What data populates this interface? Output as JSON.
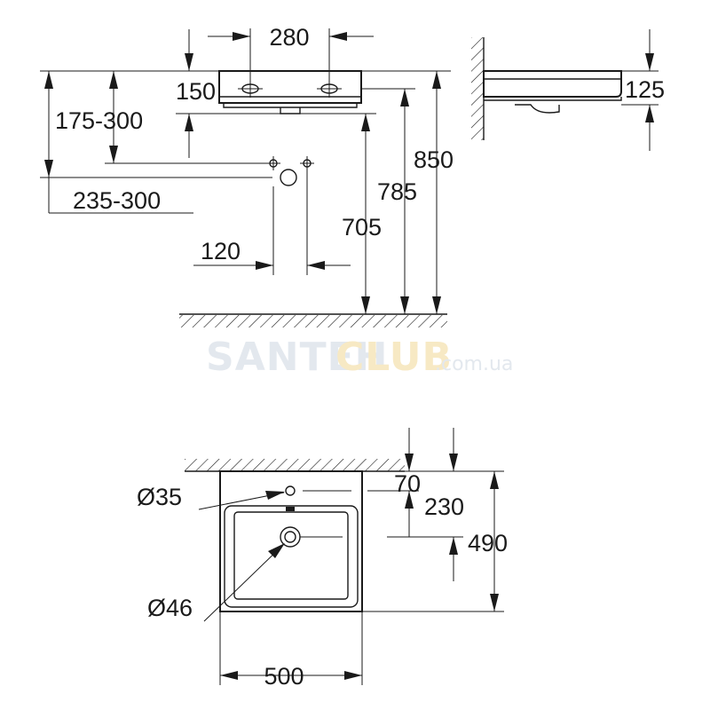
{
  "drawing": {
    "elevation": {
      "width_dim": "280",
      "depth_dim": "150",
      "height_range_dim": "175-300",
      "wall_range_dim": "235-300",
      "drain_offset_dim": "120",
      "outlet_height_dim": "705",
      "rim_lower_dim": "785",
      "rim_top_dim": "850"
    },
    "side": {
      "thickness_dim": "125"
    },
    "plan": {
      "tap_hole_dia": "Ø35",
      "waste_dia": "Ø46",
      "tap_offset_dim": "70",
      "waste_offset_dim": "230",
      "depth_dim": "490",
      "width_dim": "500"
    }
  },
  "watermark": {
    "part1": "SANTEH",
    "part2": "CLUB",
    "suffix": ".com.ua"
  }
}
